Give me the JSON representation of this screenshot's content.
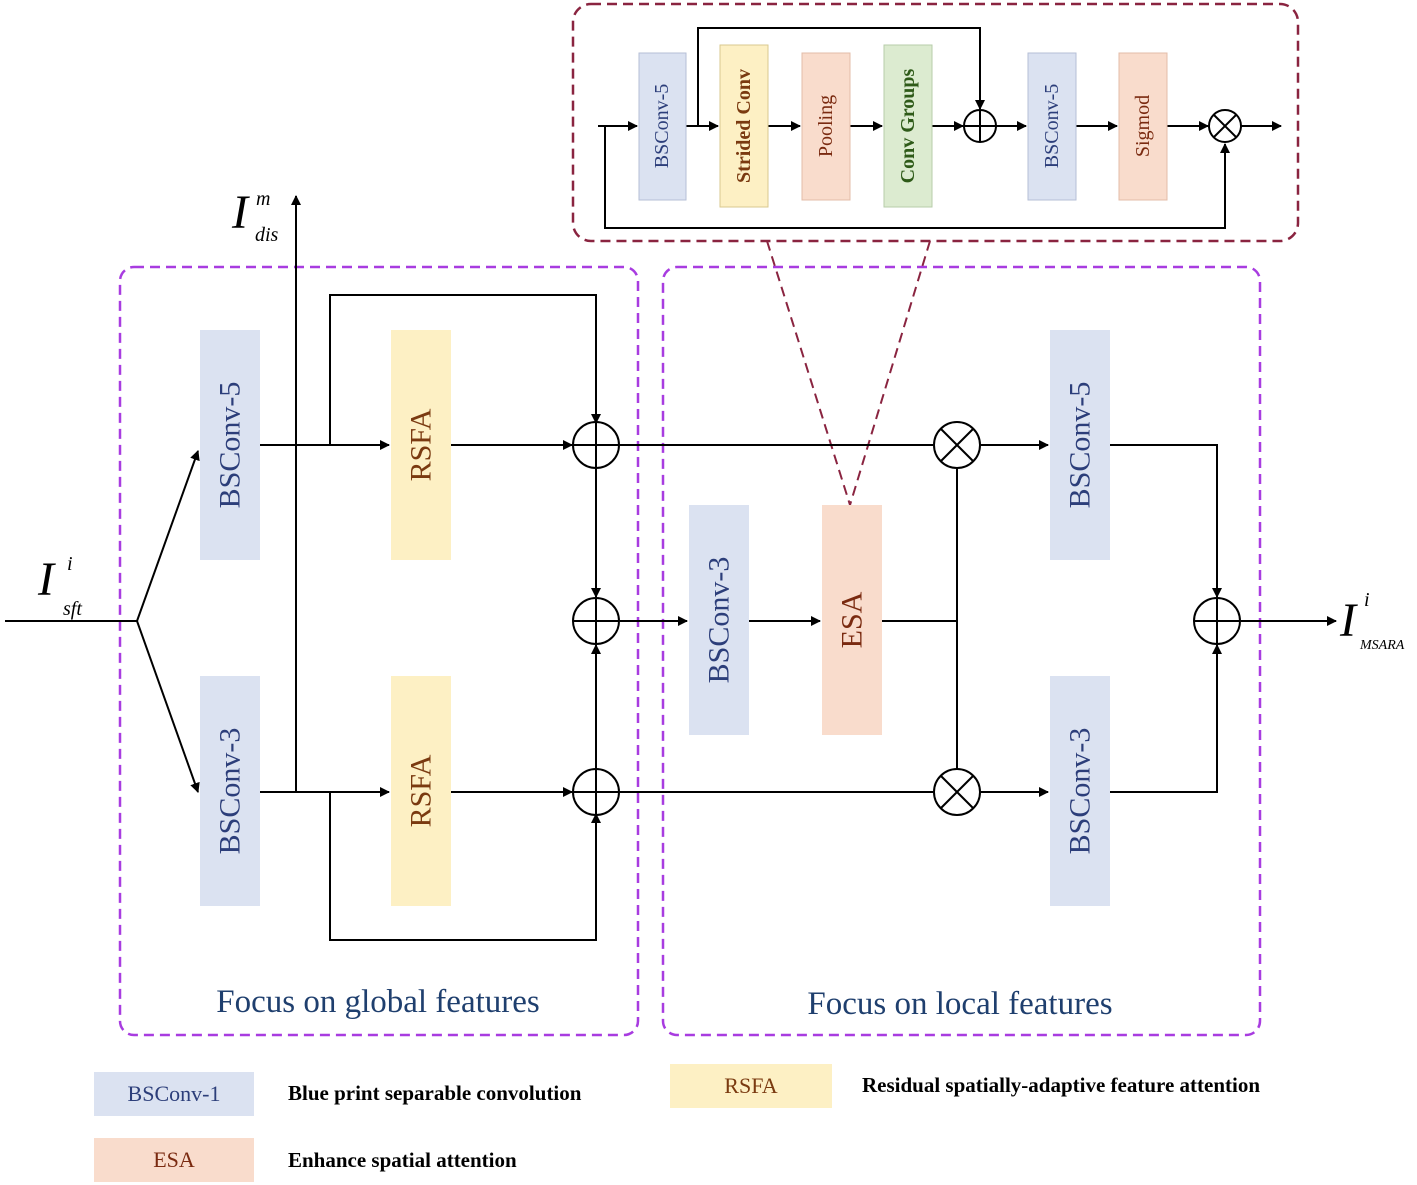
{
  "colors": {
    "blue_fill": "#dbe2f1",
    "blue_text": "#2c3e7a",
    "yellow_fill": "#fdf0c4",
    "yellow_text": "#7a3a10",
    "salmon_fill": "#f9dccc",
    "salmon_text": "#7a2a10",
    "green_fill": "#dcebd0",
    "green_text": "#2e5a18",
    "purple_dash": "#a83ce0",
    "maroon_dash": "#8a2440",
    "line": "#000000",
    "group_label": "#1f3f6e"
  },
  "labels": {
    "input_main": "I",
    "input_sup": "i",
    "input_sub": "sft",
    "dis_main": "I",
    "dis_sup": "m",
    "dis_sub": "dis",
    "output_main": "I",
    "output_sup": "i",
    "output_sub": "MSARA"
  },
  "global_block": {
    "title": "Focus on global features",
    "bsconv5": "BSConv-5",
    "bsconv3": "BSConv-3",
    "rsfa_top": "RSFA",
    "rsfa_bottom": "RSFA"
  },
  "local_block": {
    "title": "Focus on local features",
    "bsconv3": "BSConv-3",
    "esa": "ESA",
    "bsconv5": "BSConv-5",
    "bsconv3_bottom": "BSConv-3"
  },
  "esa_detail": {
    "bsconv5_a": "BSConv-5",
    "strided_conv": "Strided Conv",
    "pooling": "Pooling",
    "conv_groups": "Conv Groups",
    "bsconv5_b": "BSConv-5",
    "sigmoid": "Sigmod"
  },
  "legend": {
    "bsconv_box": "BSConv-1",
    "bsconv_desc": "Blue print separable convolution",
    "rsfa_box": "RSFA",
    "rsfa_desc": "Residual spatially-adaptive feature attention",
    "esa_box": "ESA",
    "esa_desc": "Enhance spatial attention"
  }
}
